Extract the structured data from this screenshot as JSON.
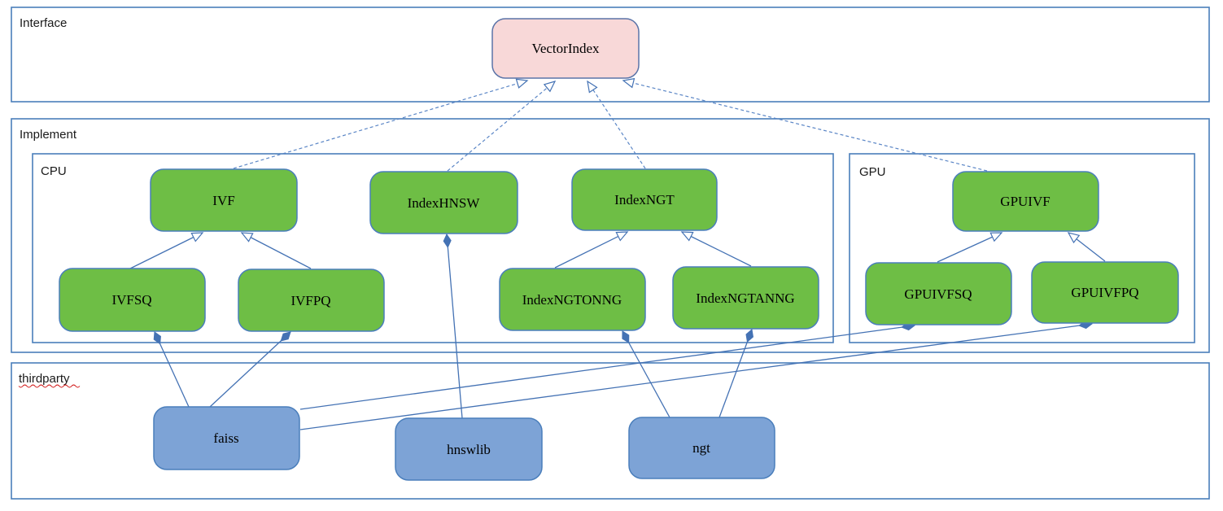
{
  "colors": {
    "section_border": "#4a7ebb",
    "connector": "#4472b4",
    "connector_dashed": "#5b86c6",
    "node_green_fill": "#6ebe45",
    "node_green_border": "#4a7ebb",
    "node_blue_fill": "#7da3d6",
    "node_blue_border": "#4a7ebb",
    "node_pink_fill": "#f8d8d8",
    "node_pink_border": "#5b74a8",
    "label_text": "#1a1a1a",
    "node_text": "#000000",
    "spellcheck": "#cc0000"
  },
  "sections": {
    "interface": {
      "label": "Interface"
    },
    "implement": {
      "label": "Implement"
    },
    "cpu": {
      "label": "CPU"
    },
    "gpu": {
      "label": "GPU"
    },
    "thirdparty": {
      "label": "thirdparty"
    }
  },
  "nodes": {
    "vectorindex": {
      "label": "VectorIndex",
      "kind": "interface"
    },
    "ivf": {
      "label": "IVF",
      "kind": "cpu-class"
    },
    "indexhnsw": {
      "label": "IndexHNSW",
      "kind": "cpu-class"
    },
    "indexngt": {
      "label": "IndexNGT",
      "kind": "cpu-class"
    },
    "ivfsq": {
      "label": "IVFSQ",
      "kind": "cpu-class"
    },
    "ivfpq": {
      "label": "IVFPQ",
      "kind": "cpu-class"
    },
    "indexngtonng": {
      "label": "IndexNGTONNG",
      "kind": "cpu-class"
    },
    "indexngtanng": {
      "label": "IndexNGTANNG",
      "kind": "cpu-class"
    },
    "gpuivf": {
      "label": "GPUIVF",
      "kind": "gpu-class"
    },
    "gpuivfsq": {
      "label": "GPUIVFSQ",
      "kind": "gpu-class"
    },
    "gpuivfpq": {
      "label": "GPUIVFPQ",
      "kind": "gpu-class"
    },
    "faiss": {
      "label": "faiss",
      "kind": "thirdparty-lib"
    },
    "hnswlib": {
      "label": "hnswlib",
      "kind": "thirdparty-lib"
    },
    "ngt": {
      "label": "ngt",
      "kind": "thirdparty-lib"
    }
  },
  "edges": [
    {
      "from": "IVF",
      "to": "VectorIndex",
      "type": "realization-dashed-hollow-arrow"
    },
    {
      "from": "IndexHNSW",
      "to": "VectorIndex",
      "type": "realization-dashed-hollow-arrow"
    },
    {
      "from": "IndexNGT",
      "to": "VectorIndex",
      "type": "realization-dashed-hollow-arrow"
    },
    {
      "from": "GPUIVF",
      "to": "VectorIndex",
      "type": "realization-dashed-hollow-arrow"
    },
    {
      "from": "IVFSQ",
      "to": "IVF",
      "type": "generalization-hollow-arrow"
    },
    {
      "from": "IVFPQ",
      "to": "IVF",
      "type": "generalization-hollow-arrow"
    },
    {
      "from": "IndexNGTONNG",
      "to": "IndexNGT",
      "type": "generalization-hollow-arrow"
    },
    {
      "from": "IndexNGTANNG",
      "to": "IndexNGT",
      "type": "generalization-hollow-arrow"
    },
    {
      "from": "GPUIVFSQ",
      "to": "GPUIVF",
      "type": "generalization-hollow-arrow"
    },
    {
      "from": "GPUIVFPQ",
      "to": "GPUIVF",
      "type": "generalization-hollow-arrow"
    },
    {
      "from": "faiss",
      "to": "IVFSQ",
      "type": "composition-filled-diamond"
    },
    {
      "from": "faiss",
      "to": "IVFPQ",
      "type": "composition-filled-diamond"
    },
    {
      "from": "faiss",
      "to": "GPUIVFSQ",
      "type": "composition-filled-diamond"
    },
    {
      "from": "faiss",
      "to": "GPUIVFPQ",
      "type": "composition-filled-diamond"
    },
    {
      "from": "hnswlib",
      "to": "IndexHNSW",
      "type": "composition-filled-diamond"
    },
    {
      "from": "ngt",
      "to": "IndexNGTONNG",
      "type": "composition-filled-diamond"
    },
    {
      "from": "ngt",
      "to": "IndexNGTANNG",
      "type": "composition-filled-diamond"
    }
  ]
}
